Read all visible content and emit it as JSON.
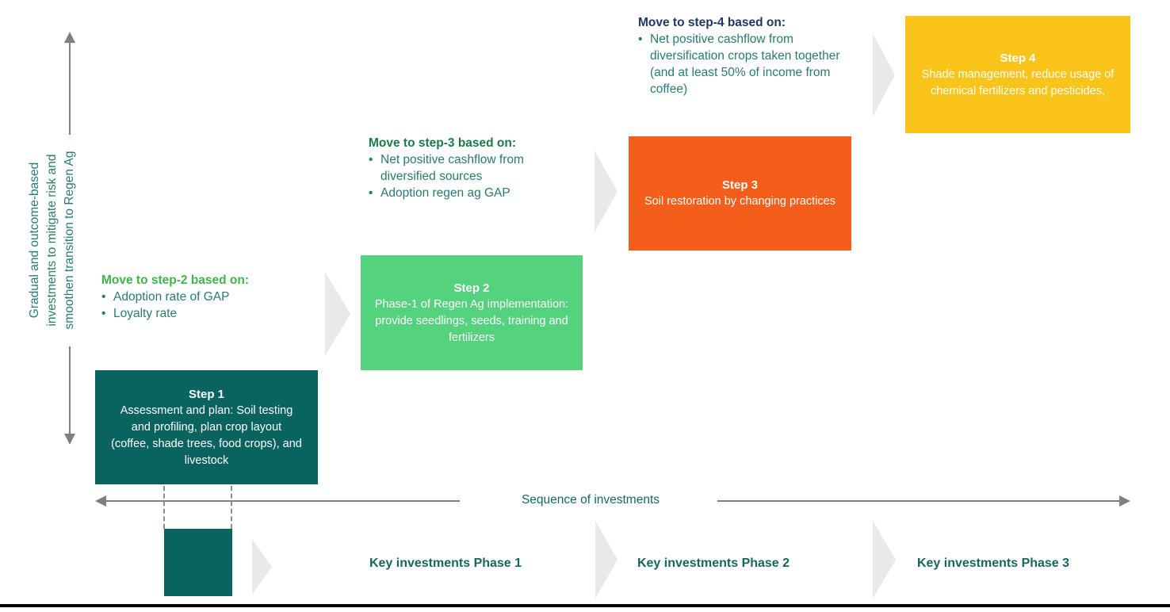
{
  "colors": {
    "step1_teal": "#09635E",
    "step2_green": "#54D27D",
    "step3_orange": "#F55D1A",
    "step4_yellow": "#FAC41B",
    "heading_step2_green": "#3CB54A",
    "heading_step3_darkgreen": "#1B7A4A",
    "heading_step4_navy": "#203864",
    "bullet_teal": "#287A72",
    "axis_label_teal": "#156760",
    "arrow_gray": "#7F7F7F",
    "chevron_gray": "#E9E9E9",
    "box_text_white": "#FFFFFF",
    "bottom_rule_black": "#000000"
  },
  "bullet_marker": "•",
  "y_axis": {
    "label_lines": [
      "Gradual and outcome-based",
      "investments to mitigate risk and",
      "smoothen transition to Regen Ag"
    ]
  },
  "x_axis": {
    "label": "Sequence of investments"
  },
  "steps": [
    {
      "title": "Step 1",
      "body": "Assessment and plan: Soil testing and profiling, plan crop layout (coffee, shade trees, food crops), and livestock"
    },
    {
      "title": "Step 2",
      "body": "Phase-1 of Regen Ag implementation: provide seedlings, seeds, training and fertilizers"
    },
    {
      "title": "Step 3",
      "body": "Soil restoration by changing practices"
    },
    {
      "title": "Step 4",
      "body": "Shade management, reduce usage of chemical fertilizers and pesticides,"
    }
  ],
  "criteria": [
    {
      "heading": "Move to step-2 based on:",
      "bullets": [
        "Adoption rate of GAP",
        "Loyalty rate"
      ]
    },
    {
      "heading": "Move to step-3 based on:",
      "bullets": [
        "Net positive cashflow from diversified sources",
        "Adoption regen ag GAP"
      ]
    },
    {
      "heading": "Move to step-4 based on:",
      "bullets": [
        "Net positive cashflow from diversification crops taken together (and at least 50% of income from coffee)"
      ]
    }
  ],
  "phases": [
    {
      "label": "Key investments Phase 1"
    },
    {
      "label": "Key investments Phase 2"
    },
    {
      "label": "Key investments Phase 3"
    }
  ]
}
